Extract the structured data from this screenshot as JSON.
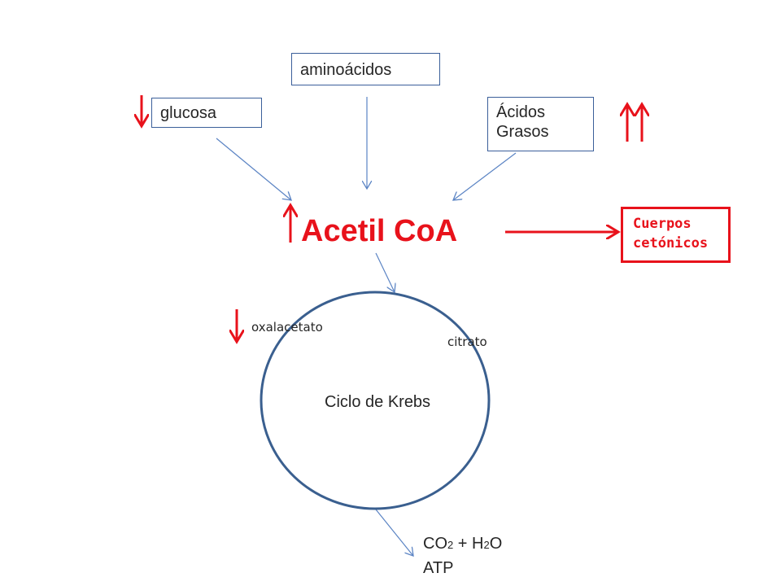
{
  "nodes": {
    "aminoacidos": "aminoácidos",
    "glucosa": "glucosa",
    "acidos_line1": "Ácidos",
    "acidos_line2": "Grasos",
    "acetil": "Acetil CoA",
    "cuerpos_line1": "Cuerpos",
    "cuerpos_line2": "cetónicos",
    "oxalacetato": "oxalacetato",
    "citrato": "citrato",
    "ciclo": "Ciclo de Krebs"
  },
  "products": {
    "co2_base": "CO",
    "co2_sub": "2",
    "plus": " + ",
    "h_base": "H",
    "h_sub": "2",
    "o": "O",
    "atp": "ATP"
  },
  "colors": {
    "red": "#e8121b",
    "blue_line": "#5b84c4",
    "circle": "#3a5f8f",
    "text": "#262626"
  }
}
